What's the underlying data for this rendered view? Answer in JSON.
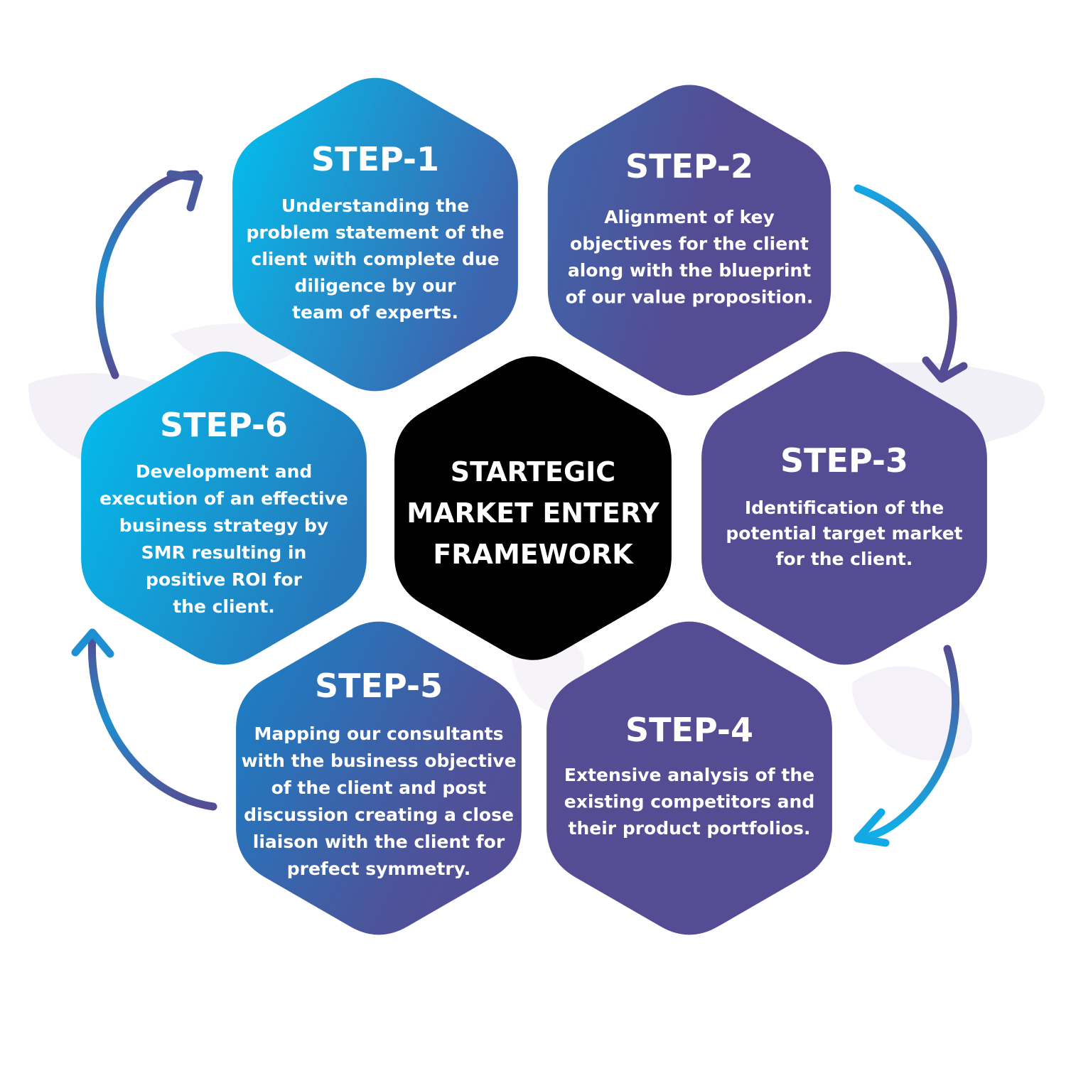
{
  "center": {
    "lines": [
      "STARTEGIC",
      "MARKET ENTERY",
      "FRAMEWORK"
    ]
  },
  "steps": [
    {
      "title": "STEP-1",
      "lines": [
        "Understanding the",
        "problem statement of the",
        "client with complete due",
        "diligence by our",
        "team of experts."
      ]
    },
    {
      "title": "STEP-2",
      "lines": [
        "Alignment of key",
        "objectives for the client",
        "along with the blueprint",
        "of our value proposition."
      ]
    },
    {
      "title": "STEP-3",
      "lines": [
        "Identification of the",
        "potential target market",
        "for the client."
      ]
    },
    {
      "title": "STEP-4",
      "lines": [
        "Extensive analysis of the",
        "existing competitors and",
        "their product portfolios."
      ]
    },
    {
      "title": "STEP-5",
      "lines": [
        "Mapping our consultants",
        "with the business objective",
        "of the client and post",
        "discussion creating a close",
        "liaison with the client for",
        "prefect symmetry."
      ]
    },
    {
      "title": "STEP-6",
      "lines": [
        "Development and",
        "execution of an effective",
        "business strategy by",
        "SMR resulting in",
        "positive ROI for",
        "the client."
      ]
    }
  ],
  "colors": {
    "cyan": "#08b6ea",
    "blue": "#1f8ccc",
    "purple": "#544d94",
    "center": "#000000"
  }
}
